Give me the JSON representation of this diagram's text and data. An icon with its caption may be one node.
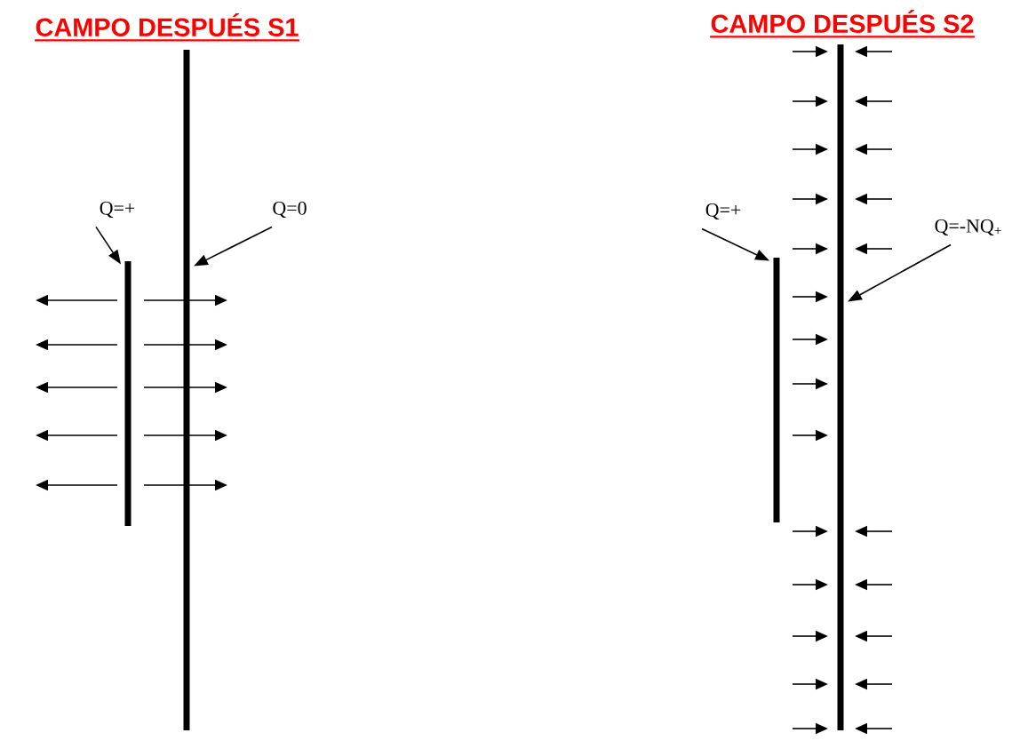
{
  "diagram": {
    "nodes": [
      {
        "text": [
          "Q=+"
        ]
      },
      {
        "text": [],
        "shape": "bar"
      },
      {
        "text": [
          "Q=0"
        ]
      },
      {
        "text": [],
        "shape": "bar"
      },
      {
        "text": [
          "Q=+"
        ]
      },
      {
        "text": [],
        "shape": "bar"
      },
      {
        "text": [
          "Q=-NQ$_{+}$"
        ]
      },
      {
        "text": [],
        "shape": "bar"
      }
    ],
    "edges": [
      {
        "from": 0,
        "to": 1,
        "arrow": "to"
      },
      {
        "from": 2,
        "to": 3,
        "arrow": "to"
      },
      {
        "from": 4,
        "to": 5,
        "arrow": "to"
      },
      {
        "from": 6,
        "to": 7,
        "arrow": "to"
      }
    ],
    "labels": [
      "CAMPO DESPUÉS S1",
      "CAMPO DESPUÉS S2"
    ]
  }
}
